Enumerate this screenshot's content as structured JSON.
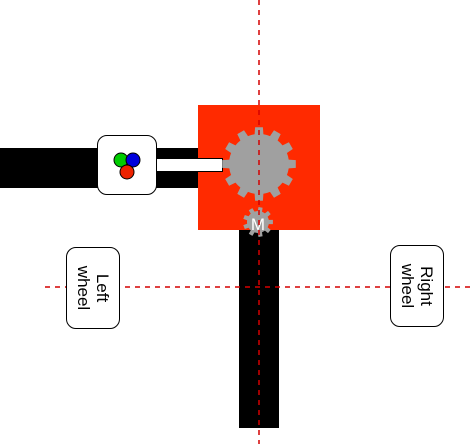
{
  "labels": {
    "left_wheel": "Left\nwheel",
    "right_wheel": "Right\nwheel",
    "motor": "M"
  },
  "colors": {
    "base_block": "#ff2a00",
    "gear": "#a0a0a0",
    "arm": "#000000",
    "axis_lines": "#d40000",
    "sensor_green": "#00cc00",
    "sensor_blue": "#0000dd",
    "sensor_red": "#ee2200"
  },
  "icons": {
    "sensor": "rgb-color-sensor-icon",
    "big_gear": "gear-icon",
    "motor_gear": "motor-gear-icon"
  }
}
